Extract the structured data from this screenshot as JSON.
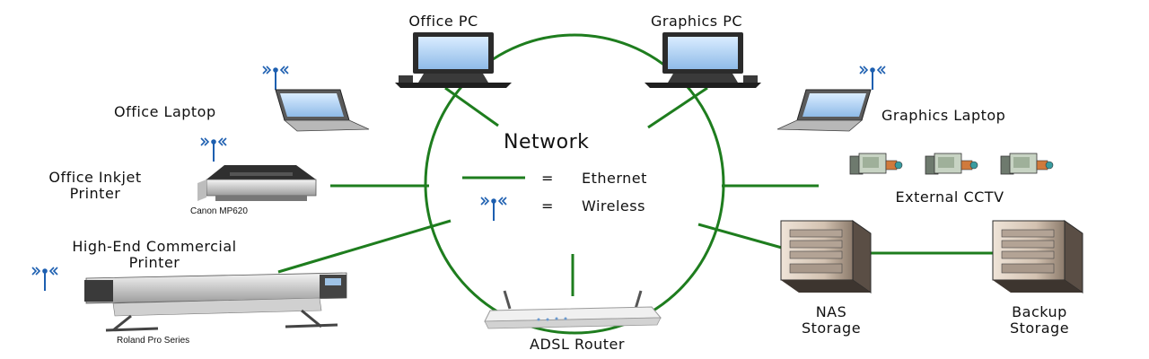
{
  "colors": {
    "link": "#1e7d1e",
    "wireless": "#1d5fb0"
  },
  "hub": {
    "title": "Network",
    "legend": [
      {
        "symbol": "=",
        "label": "Ethernet"
      },
      {
        "symbol": "=",
        "label": "Wireless"
      }
    ]
  },
  "nodes": {
    "office_pc": "Office PC",
    "graphics_pc": "Graphics PC",
    "office_laptop": "Office Laptop",
    "graphics_laptop": "Graphics Laptop",
    "inkjet_line1": "Office Inkjet",
    "inkjet_line2": "Printer",
    "inkjet_model": "Canon MP620",
    "cctv": "External CCTV",
    "commercial_line1": "High-End Commercial",
    "commercial_line2": "Printer",
    "commercial_model": "Roland Pro Series",
    "router": "ADSL Router",
    "nas_line1": "NAS",
    "nas_line2": "Storage",
    "backup_line1": "Backup",
    "backup_line2": "Storage"
  }
}
